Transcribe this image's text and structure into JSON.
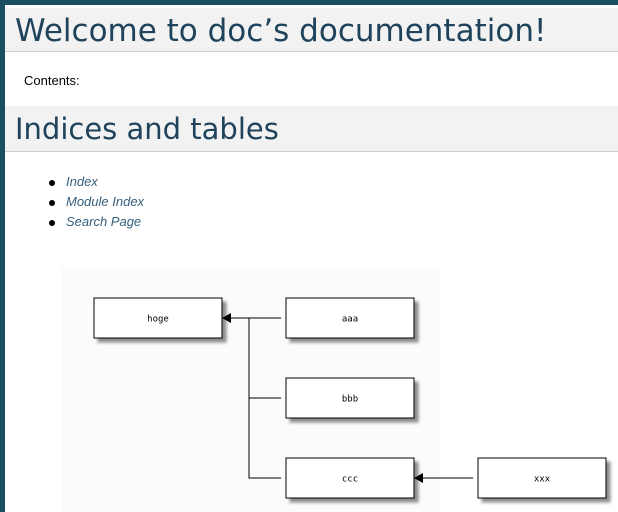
{
  "heading": "Welcome to doc’s documentation!",
  "contents_label": "Contents:",
  "indices_heading": "Indices and tables",
  "links": [
    {
      "label": "Index"
    },
    {
      "label": "Module Index"
    },
    {
      "label": "Search Page"
    }
  ],
  "graph": {
    "nodes": {
      "hoge": "hoge",
      "aaa": "aaa",
      "bbb": "bbb",
      "ccc": "ccc",
      "xxx": "xxx"
    }
  }
}
